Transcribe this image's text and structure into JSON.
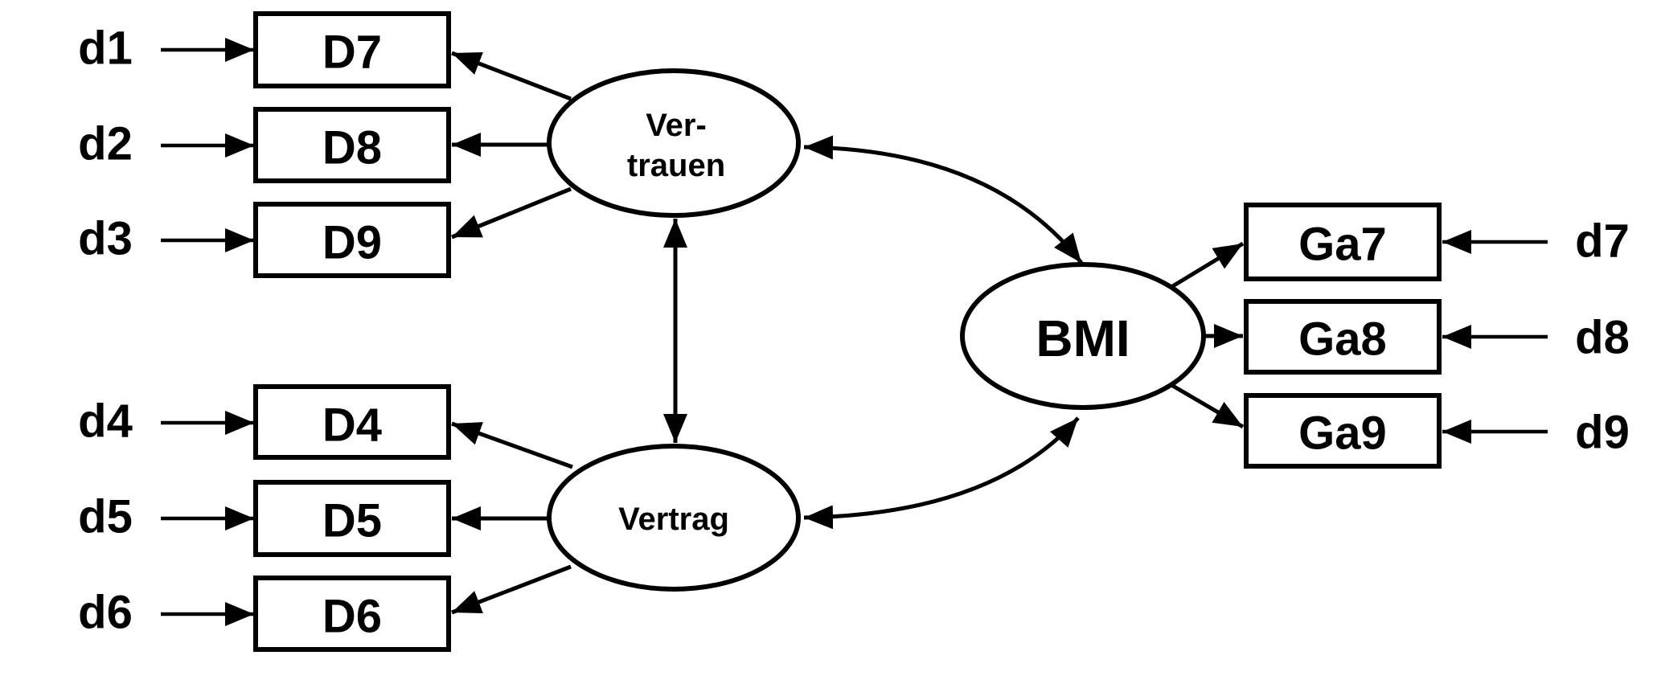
{
  "colors": {
    "stroke": "#000000",
    "fill": "#ffffff",
    "text": "#000000"
  },
  "latent_variables": [
    {
      "name": "Vertrauen",
      "label_line1": "Ver-",
      "label_line2": "trauen"
    },
    {
      "name": "Vertrag",
      "label": "Vertrag"
    },
    {
      "name": "BMI",
      "label": "BMI"
    }
  ],
  "left_indicators": [
    {
      "error_label": "d1",
      "box_label": "D7"
    },
    {
      "error_label": "d2",
      "box_label": "D8"
    },
    {
      "error_label": "d3",
      "box_label": "D9"
    },
    {
      "error_label": "d4",
      "box_label": "D4"
    },
    {
      "error_label": "d5",
      "box_label": "D5"
    },
    {
      "error_label": "d6",
      "box_label": "D6"
    }
  ],
  "right_indicators": [
    {
      "error_label": "d7",
      "box_label": "Ga7"
    },
    {
      "error_label": "d8",
      "box_label": "Ga8"
    },
    {
      "error_label": "d9",
      "box_label": "Ga9"
    }
  ],
  "edges": {
    "error_arrows": [
      {
        "from": "d1",
        "to": "D7"
      },
      {
        "from": "d2",
        "to": "D8"
      },
      {
        "from": "d3",
        "to": "D9"
      },
      {
        "from": "d4",
        "to": "D4"
      },
      {
        "from": "d5",
        "to": "D5"
      },
      {
        "from": "d6",
        "to": "D6"
      },
      {
        "from": "d7",
        "to": "Ga7"
      },
      {
        "from": "d8",
        "to": "Ga8"
      },
      {
        "from": "d9",
        "to": "Ga9"
      }
    ],
    "loadings": [
      {
        "from": "Vertrauen",
        "to": "D7"
      },
      {
        "from": "Vertrauen",
        "to": "D8"
      },
      {
        "from": "Vertrauen",
        "to": "D9"
      },
      {
        "from": "Vertrag",
        "to": "D4"
      },
      {
        "from": "Vertrag",
        "to": "D5"
      },
      {
        "from": "Vertrag",
        "to": "D6"
      },
      {
        "from": "BMI",
        "to": "Ga7"
      },
      {
        "from": "BMI",
        "to": "Ga8"
      },
      {
        "from": "BMI",
        "to": "Ga9"
      }
    ],
    "covariances": [
      {
        "between": [
          "Vertrauen",
          "Vertrag"
        ],
        "style": "straight-vertical-double-arrow"
      },
      {
        "between": [
          "Vertrauen",
          "BMI"
        ],
        "style": "curved-double-arrow"
      },
      {
        "between": [
          "Vertrag",
          "BMI"
        ],
        "style": "curved-double-arrow"
      }
    ]
  }
}
